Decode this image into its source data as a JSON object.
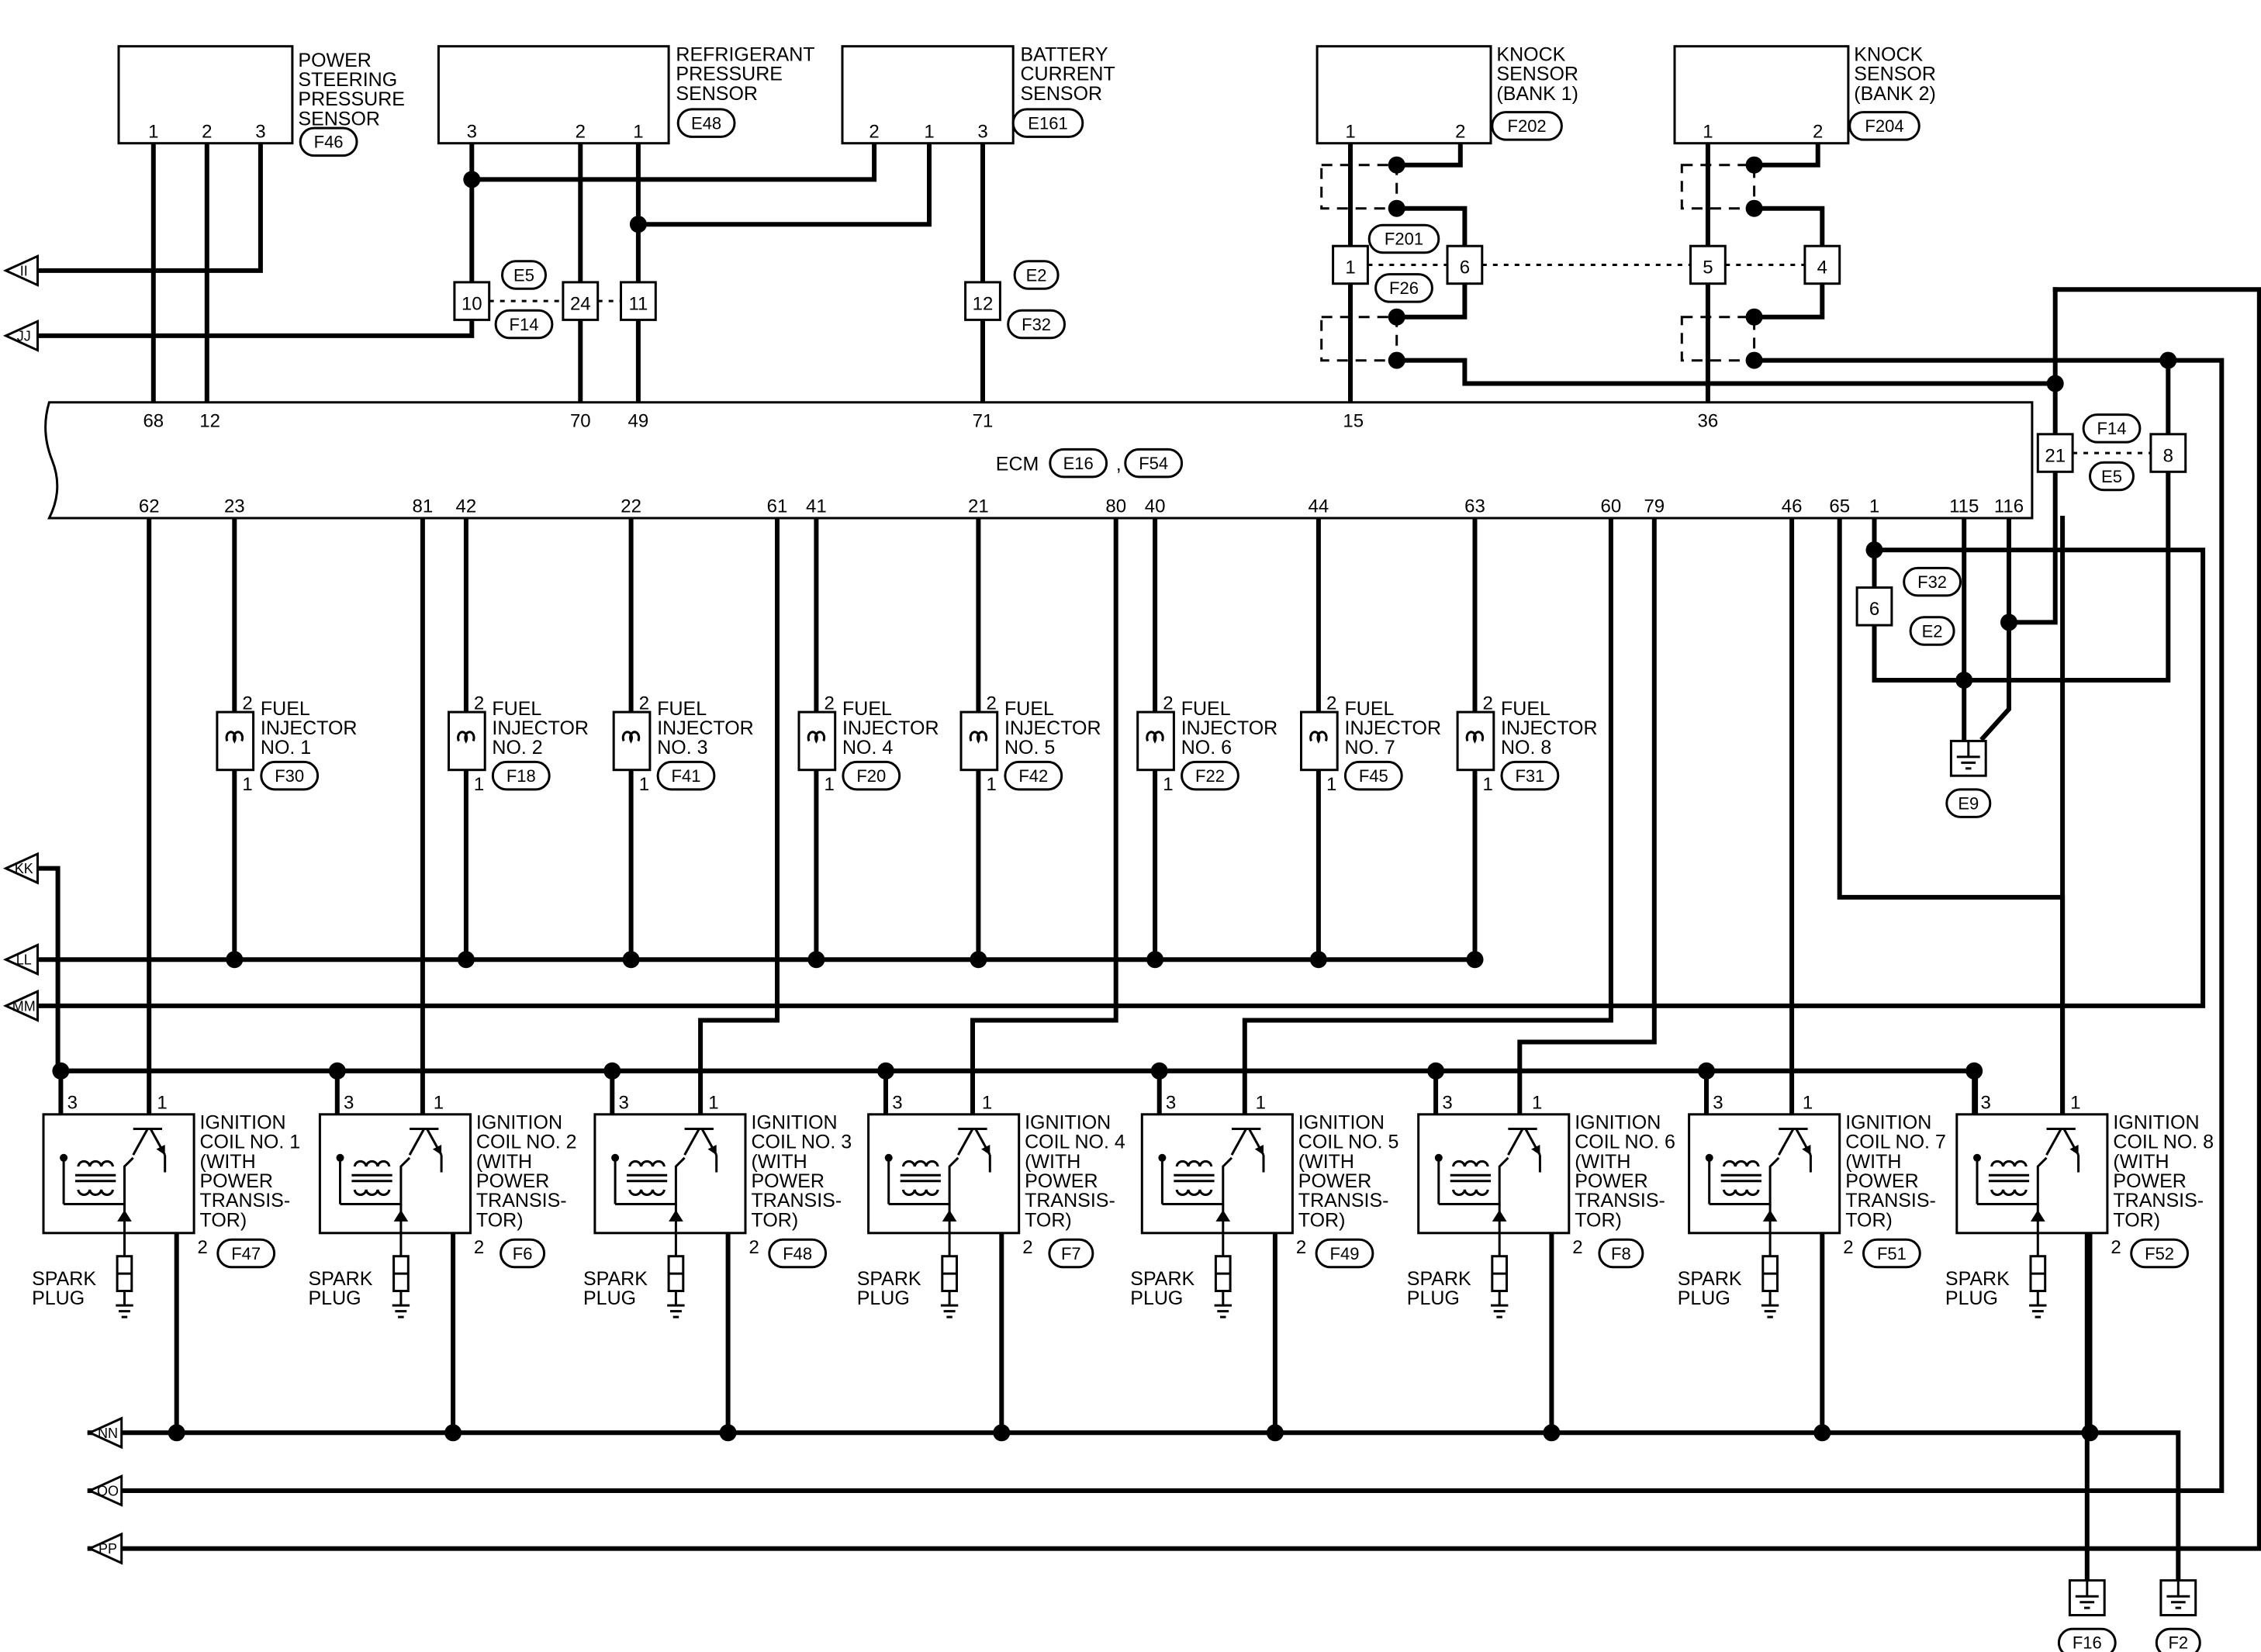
{
  "components": {
    "ps_sensor": {
      "lines": [
        "POWER",
        "STEERING",
        "PRESSURE",
        "SENSOR"
      ],
      "connector": "F46",
      "pins": [
        "1",
        "2",
        "3"
      ]
    },
    "refrig_sensor": {
      "lines": [
        "REFRIGERANT",
        "PRESSURE",
        "SENSOR"
      ],
      "connector": "E48",
      "pins": [
        "3",
        "2",
        "1"
      ]
    },
    "battery_sensor": {
      "lines": [
        "BATTERY",
        "CURRENT",
        "SENSOR"
      ],
      "connector": "E161",
      "pins": [
        "2",
        "1",
        "3"
      ]
    },
    "knock1": {
      "lines": [
        "KNOCK",
        "SENSOR",
        "(BANK 1)"
      ],
      "connector": "F202",
      "pins": [
        "1",
        "2"
      ]
    },
    "knock2": {
      "lines": [
        "KNOCK",
        "SENSOR",
        "(BANK 2)"
      ],
      "connector": "F204",
      "pins": [
        "1",
        "2"
      ]
    }
  },
  "harness": {
    "e5_f14": {
      "top": "E5",
      "bottom": "F14",
      "pins": [
        "10",
        "24",
        "11"
      ]
    },
    "e2_f32_upper": {
      "top": "E2",
      "bottom": "F32",
      "pin": "12"
    },
    "f201_f26": {
      "top": "F201",
      "bottom": "F26",
      "pins": [
        "1",
        "6",
        "5",
        "4"
      ]
    },
    "f14_e5_right": {
      "top": "F14",
      "bottom": "E5",
      "pins": [
        "21",
        "8"
      ]
    },
    "f32_e2_lower": {
      "top": "F32",
      "bottom": "E2",
      "pin": "6"
    }
  },
  "ecm": {
    "label": "ECM",
    "connectors": [
      "E16",
      "F54"
    ],
    "separator": ",",
    "top_pins": [
      "68",
      "12",
      "70",
      "49",
      "71",
      "15",
      "36"
    ],
    "bottom_pins": [
      "62",
      "23",
      "81",
      "42",
      "22",
      "61",
      "41",
      "21",
      "80",
      "40",
      "44",
      "63",
      "60",
      "79",
      "46",
      "65",
      "1",
      "115",
      "116"
    ]
  },
  "injectors": [
    {
      "lines": [
        "FUEL",
        "INJECTOR",
        "NO. 1"
      ],
      "connector": "F30"
    },
    {
      "lines": [
        "FUEL",
        "INJECTOR",
        "NO. 2"
      ],
      "connector": "F18"
    },
    {
      "lines": [
        "FUEL",
        "INJECTOR",
        "NO. 3"
      ],
      "connector": "F41"
    },
    {
      "lines": [
        "FUEL",
        "INJECTOR",
        "NO. 4"
      ],
      "connector": "F20"
    },
    {
      "lines": [
        "FUEL",
        "INJECTOR",
        "NO. 5"
      ],
      "connector": "F42"
    },
    {
      "lines": [
        "FUEL",
        "INJECTOR",
        "NO. 6"
      ],
      "connector": "F22"
    },
    {
      "lines": [
        "FUEL",
        "INJECTOR",
        "NO. 7"
      ],
      "connector": "F45"
    },
    {
      "lines": [
        "FUEL",
        "INJECTOR",
        "NO. 8"
      ],
      "connector": "F31"
    }
  ],
  "injector_pins": [
    "2",
    "1"
  ],
  "coils": [
    {
      "lines": [
        "IGNITION",
        "COIL NO. 1",
        "(WITH",
        "POWER",
        "TRANSIS-",
        "TOR)"
      ],
      "connector": "F47"
    },
    {
      "lines": [
        "IGNITION",
        "COIL NO. 2",
        "(WITH",
        "POWER",
        "TRANSIS-",
        "TOR)"
      ],
      "connector": "F6"
    },
    {
      "lines": [
        "IGNITION",
        "COIL NO. 3",
        "(WITH",
        "POWER",
        "TRANSIS-",
        "TOR)"
      ],
      "connector": "F48"
    },
    {
      "lines": [
        "IGNITION",
        "COIL NO. 4",
        "(WITH",
        "POWER",
        "TRANSIS-",
        "TOR)"
      ],
      "connector": "F7"
    },
    {
      "lines": [
        "IGNITION",
        "COIL NO. 5",
        "(WITH",
        "POWER",
        "TRANSIS-",
        "TOR)"
      ],
      "connector": "F49"
    },
    {
      "lines": [
        "IGNITION",
        "COIL NO. 6",
        "(WITH",
        "POWER",
        "TRANSIS-",
        "TOR)"
      ],
      "connector": "F8"
    },
    {
      "lines": [
        "IGNITION",
        "COIL NO. 7",
        "(WITH",
        "POWER",
        "TRANSIS-",
        "TOR)"
      ],
      "connector": "F51"
    },
    {
      "lines": [
        "IGNITION",
        "COIL NO. 8",
        "(WITH",
        "POWER",
        "TRANSIS-",
        "TOR)"
      ],
      "connector": "F52"
    }
  ],
  "coil_pins": [
    "3",
    "1",
    "2"
  ],
  "spark_plug": [
    "SPARK",
    "PLUG"
  ],
  "offpage": [
    "II",
    "JJ",
    "KK",
    "LL",
    "MM",
    "NN",
    "OO",
    "PP"
  ],
  "grounds": [
    "E9",
    "F16",
    "F2"
  ]
}
